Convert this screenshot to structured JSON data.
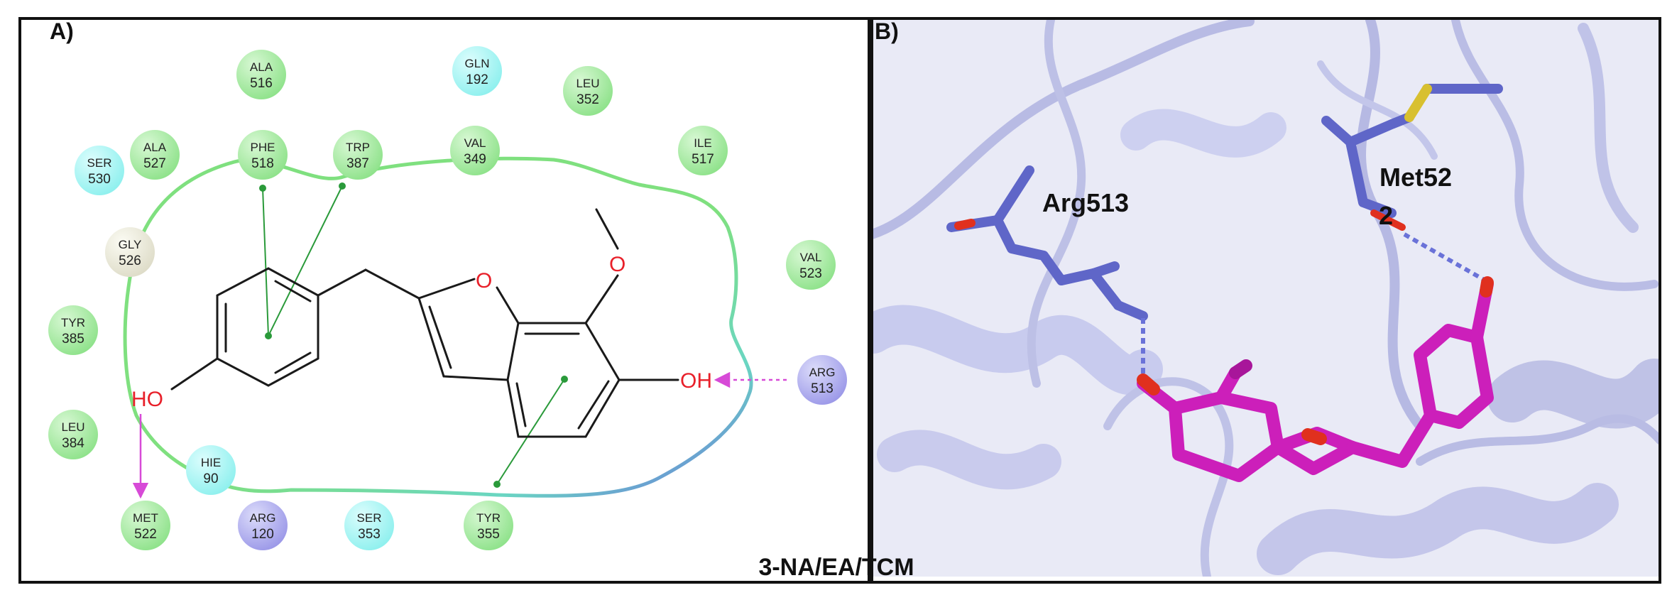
{
  "panel_a": {
    "label": "A)",
    "residues": [
      {
        "name": "ALA",
        "num": "516",
        "color": "#8ee28a"
      },
      {
        "name": "GLN",
        "num": "192",
        "color": "#8ef0ee"
      },
      {
        "name": "LEU",
        "num": "352",
        "color": "#8ee28a"
      },
      {
        "name": "ALA",
        "num": "527",
        "color": "#8ee28a"
      },
      {
        "name": "PHE",
        "num": "518",
        "color": "#8ee28a"
      },
      {
        "name": "TRP",
        "num": "387",
        "color": "#8ee28a"
      },
      {
        "name": "VAL",
        "num": "349",
        "color": "#8ee28a"
      },
      {
        "name": "ILE",
        "num": "517",
        "color": "#8ee28a"
      },
      {
        "name": "SER",
        "num": "530",
        "color": "#8ef0ee"
      },
      {
        "name": "GLY",
        "num": "526",
        "color": "#ecebdc"
      },
      {
        "name": "VAL",
        "num": "523",
        "color": "#8ee28a"
      },
      {
        "name": "TYR",
        "num": "385",
        "color": "#8ee28a"
      },
      {
        "name": "ARG",
        "num": "513",
        "color": "#9b98e8"
      },
      {
        "name": "LEU",
        "num": "384",
        "color": "#8ee28a"
      },
      {
        "name": "HIE",
        "num": "90",
        "color": "#8ef0ee"
      },
      {
        "name": "MET",
        "num": "522",
        "color": "#8ee28a"
      },
      {
        "name": "ARG",
        "num": "120",
        "color": "#9b98e8"
      },
      {
        "name": "SER",
        "num": "353",
        "color": "#8ef0ee"
      },
      {
        "name": "TYR",
        "num": "355",
        "color": "#8ee28a"
      }
    ],
    "atoms": {
      "o_ring": "O",
      "o_methoxy": "O",
      "oh_right": "OH",
      "ho_left": "HO"
    },
    "colors": {
      "oxygen": "#e8202a",
      "hbond": "#d74ad7",
      "pi_stack": "#2a9a3a",
      "bond": "#1a1a1a"
    }
  },
  "panel_b": {
    "label": "B)",
    "labels": {
      "arg": "Arg513",
      "met": "Met52",
      "met_suffix": "2"
    },
    "colors": {
      "background": "#e9eaf6",
      "protein": "#c4c6ea",
      "residue": "#5f66c8",
      "ligand": "#cc1fba",
      "sulfur": "#d8c030",
      "oxygen": "#e0301e"
    }
  },
  "caption": "3-NA/EA/TCM"
}
